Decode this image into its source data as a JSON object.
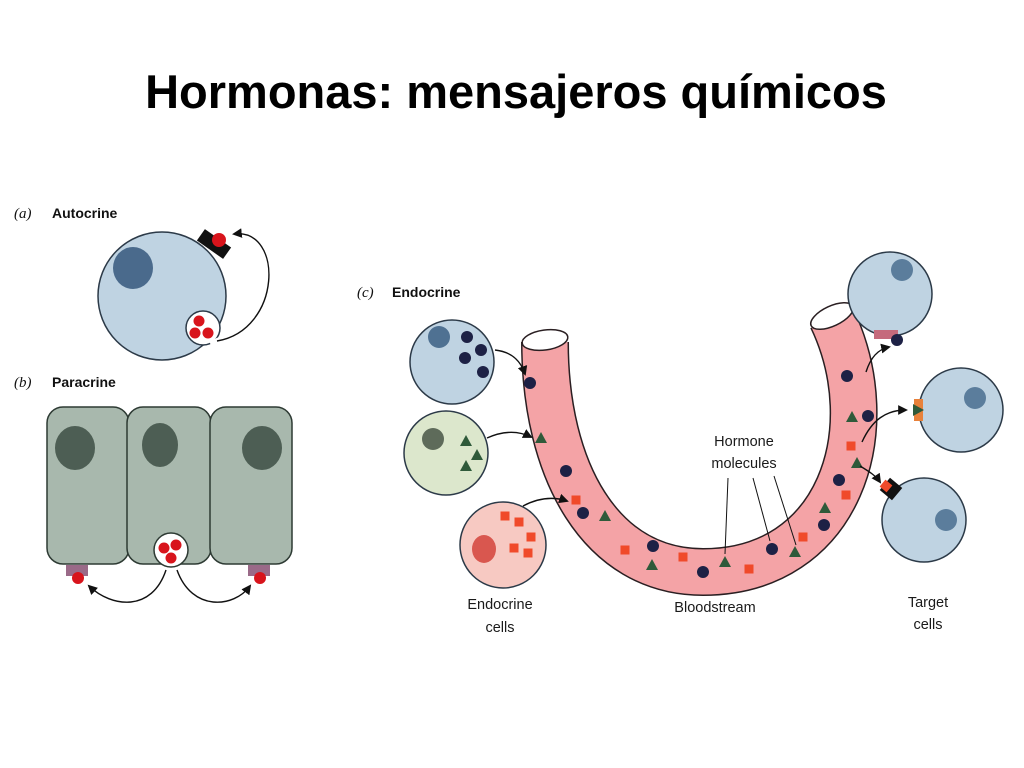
{
  "slide": {
    "title": "Hormonas: mensajeros químicos"
  },
  "panels": {
    "a": {
      "letter": "(a)",
      "name": "Autocrine"
    },
    "b": {
      "letter": "(b)",
      "name": "Paracrine"
    },
    "c": {
      "letter": "(c)",
      "name": "Endocrine"
    }
  },
  "labels": {
    "hormone_molecules": [
      "Hormone",
      "molecules"
    ],
    "endocrine_cells": [
      "Endocrine",
      "cells"
    ],
    "bloodstream": "Bloodstream",
    "target_cells": [
      "Target",
      "cells"
    ]
  },
  "colors": {
    "blue_cell": "#bfd3e2",
    "paracrine_cell": "#a8b8ad",
    "green_cell": "#dce7cc",
    "red_cell": "#f7c9c2",
    "bloodstream": "#f4a3a6",
    "hormone_circle": "#1d2145",
    "hormone_triangle": "#2f5a3a",
    "hormone_square": "#f04a2a",
    "autocrine_signal": "#d8141c"
  }
}
